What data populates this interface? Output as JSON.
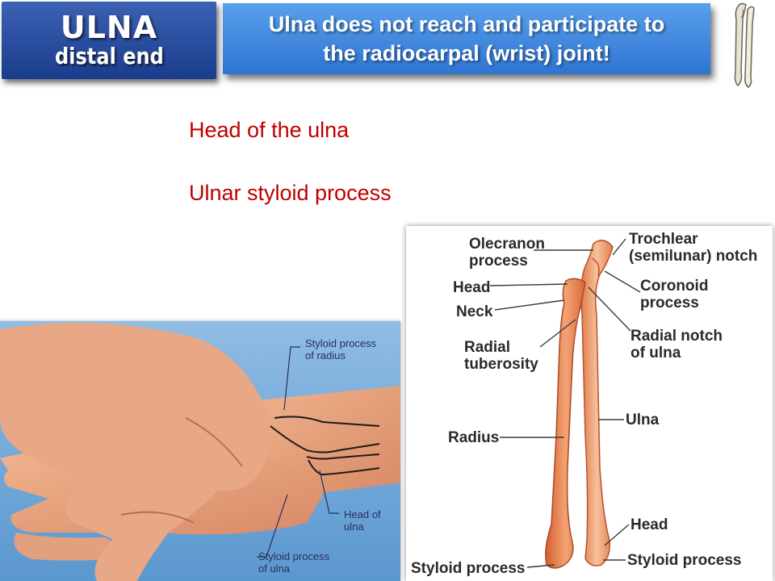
{
  "title": {
    "main": "ULNA",
    "sub": "distal end"
  },
  "banner": {
    "line1": "Ulna does not reach and participate to",
    "line2": "the radiocarpal (wrist) joint!"
  },
  "labels": {
    "head": "Head of the ulna",
    "styloid": "Ulnar styloid process"
  },
  "photo_callouts": {
    "styloid_radius": "Styloid process\nof radius",
    "head_ulna": "Head of\nulna",
    "styloid_ulna": "Styloid process\nof ulna"
  },
  "diagram_labels": {
    "olecranon": "Olecranon\nprocess",
    "trochlear": "Trochlear\n(semilunar) notch",
    "head_top": "Head",
    "coronoid": "Coronoid\nprocess",
    "neck": "Neck",
    "radial_notch": "Radial notch\nof ulna",
    "radial_tuberosity": "Radial\ntuberosity",
    "ulna": "Ulna",
    "radius": "Radius",
    "head_bottom": "Head",
    "styloid_left": "Styloid process",
    "styloid_right": "Styloid process"
  },
  "colors": {
    "title_bg": "#1a3c8c",
    "banner_bg": "#3f8ae0",
    "label_red": "#c00000",
    "bone": "#e07a4a",
    "photo_bg": "#6fa8d8",
    "skin": "#e6a07c"
  }
}
